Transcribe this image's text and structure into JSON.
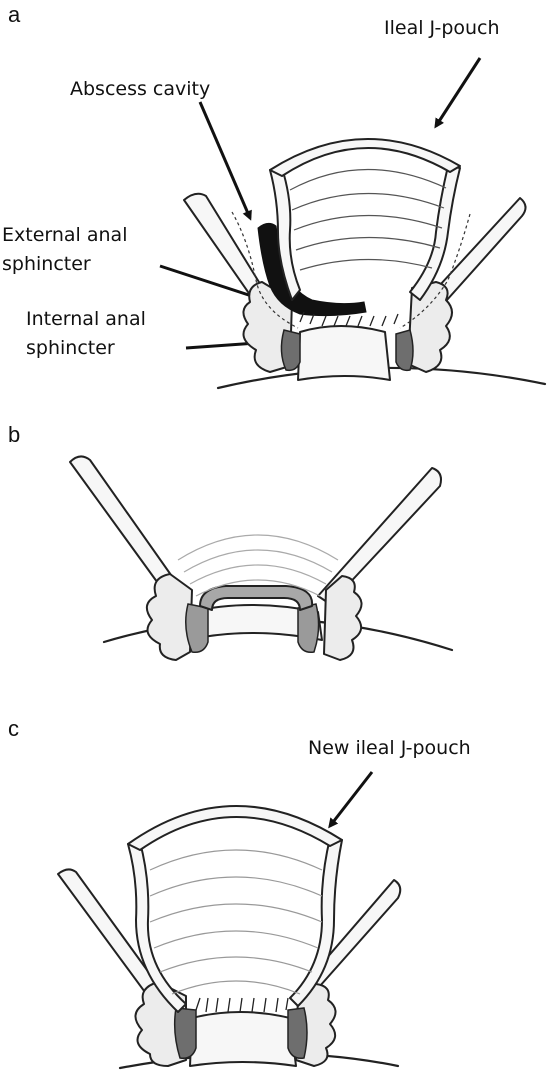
{
  "panels": {
    "a": {
      "letter": "a",
      "labels": {
        "ileal_pouch": "Ileal J-pouch",
        "abscess": "Abscess cavity",
        "external_line1": "External anal",
        "external_line2": "sphincter",
        "internal_line1": "Internal anal",
        "internal_line2": "sphincter"
      }
    },
    "b": {
      "letter": "b"
    },
    "c": {
      "letter": "c",
      "labels": {
        "new_pouch": "New ileal J-pouch"
      }
    }
  }
}
